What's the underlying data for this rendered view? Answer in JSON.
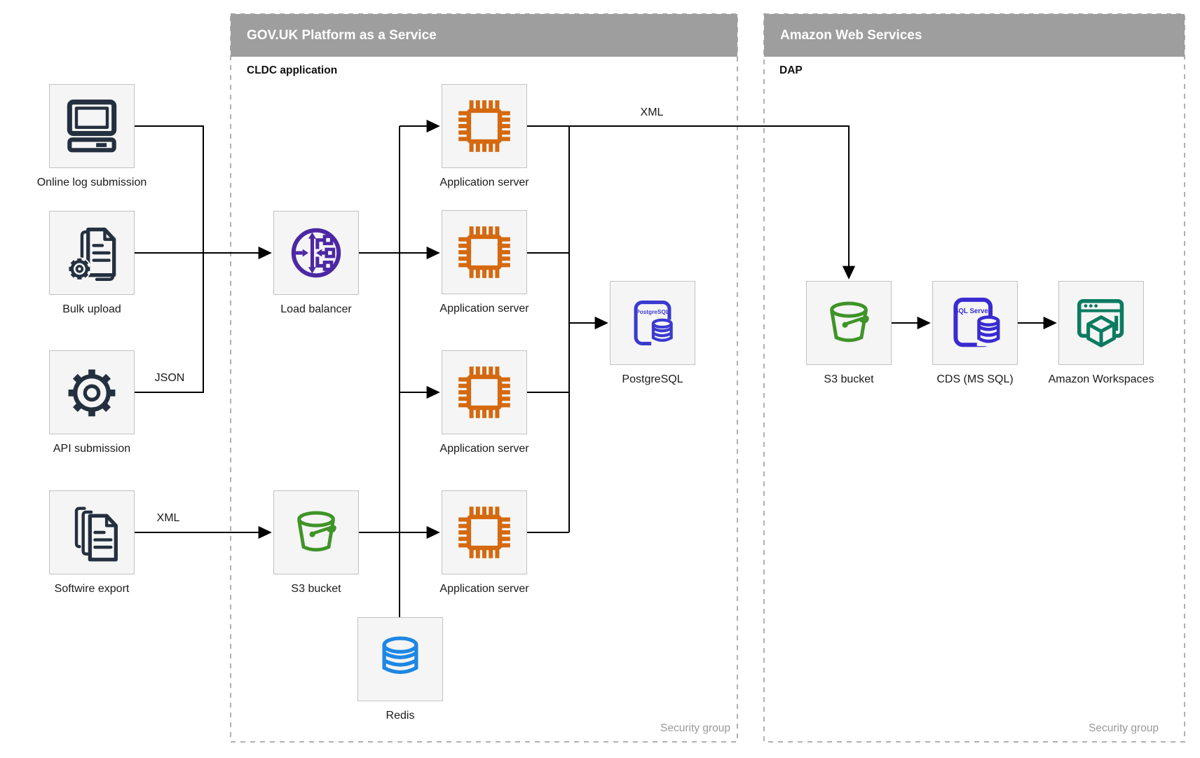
{
  "containers": {
    "govuk": {
      "title": "GOV.UK Platform as a Service",
      "sublabel": "CLDC application",
      "security_label": "Security group"
    },
    "aws": {
      "title": "Amazon Web Services",
      "sublabel": "DAP",
      "security_label": "Security group"
    }
  },
  "nodes": [
    {
      "id": "online-log-submission",
      "label": "Online log submission",
      "icon": "computer-icon"
    },
    {
      "id": "bulk-upload",
      "label": "Bulk upload",
      "icon": "document-gear-icon"
    },
    {
      "id": "api-submission",
      "label": "API submission",
      "icon": "gear-icon"
    },
    {
      "id": "softwire-export",
      "label": "Softwire export",
      "icon": "documents-stack-icon"
    },
    {
      "id": "load-balancer",
      "label": "Load balancer",
      "icon": "load-balancer-icon"
    },
    {
      "id": "s3-bucket-paas",
      "label": "S3 bucket",
      "icon": "bucket-icon"
    },
    {
      "id": "app-server-1",
      "label": "Application server",
      "icon": "chip-icon"
    },
    {
      "id": "app-server-2",
      "label": "Application server",
      "icon": "chip-icon"
    },
    {
      "id": "app-server-3",
      "label": "Application server",
      "icon": "chip-icon"
    },
    {
      "id": "app-server-4",
      "label": "Application server",
      "icon": "chip-icon"
    },
    {
      "id": "postgresql",
      "label": "PostgreSQL",
      "icon": "postgresql-icon"
    },
    {
      "id": "redis",
      "label": "Redis",
      "icon": "database-icon"
    },
    {
      "id": "s3-bucket-aws",
      "label": "S3 bucket",
      "icon": "bucket-icon"
    },
    {
      "id": "cds-ms-sql",
      "label": "CDS (MS SQL)",
      "icon": "sql-server-icon"
    },
    {
      "id": "amazon-workspaces",
      "label": "Amazon Workspaces",
      "icon": "workspaces-icon"
    }
  ],
  "edge_labels": {
    "api_to_lb": "JSON",
    "softwire_to_s3": "XML",
    "appserver_to_dap": "XML"
  },
  "icon_texts": {
    "postgresql": "PostgreSQL",
    "sql_server": "SQL Server"
  },
  "colors": {
    "header_bar": "#9e9e9e",
    "header_text": "#ffffff",
    "node_fill": "#f5f5f5",
    "node_border": "#c2c2c2",
    "container_dash": "#a8a8a8",
    "connector": "#000000",
    "security_text": "#999999",
    "icon_navy": "#24303f",
    "icon_orange": "#d4690f",
    "icon_purple": "#4c28a4",
    "icon_green": "#3f9428",
    "icon_blue": "#1d87e4",
    "icon_indigo": "#3a3ad0",
    "icon_sql_blue": "#392bd1",
    "icon_teal": "#0c7b60"
  }
}
